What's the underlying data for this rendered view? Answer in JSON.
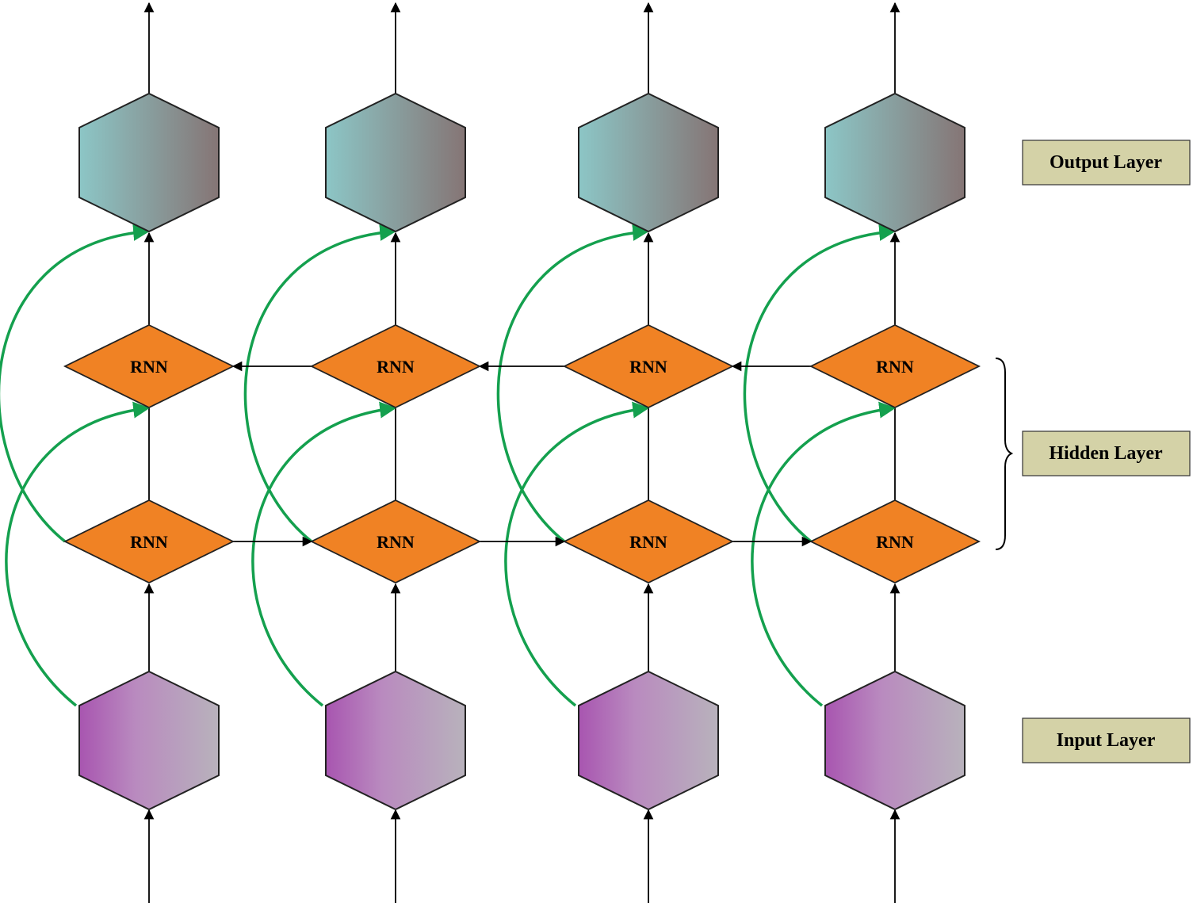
{
  "diagram": {
    "node_label": "RNN",
    "labels": {
      "output": "Output Layer",
      "hidden": "Hidden Layer",
      "input": "Input Layer"
    },
    "columns": 4,
    "colors": {
      "rnn_fill": "#f08224",
      "skip_arrow": "#14a04e",
      "label_box": "#d4d2a7",
      "output_gradient": [
        "#8cc6c6",
        "#857575"
      ],
      "input_gradient": [
        "#a855b0",
        "#b8b2bc"
      ]
    }
  }
}
